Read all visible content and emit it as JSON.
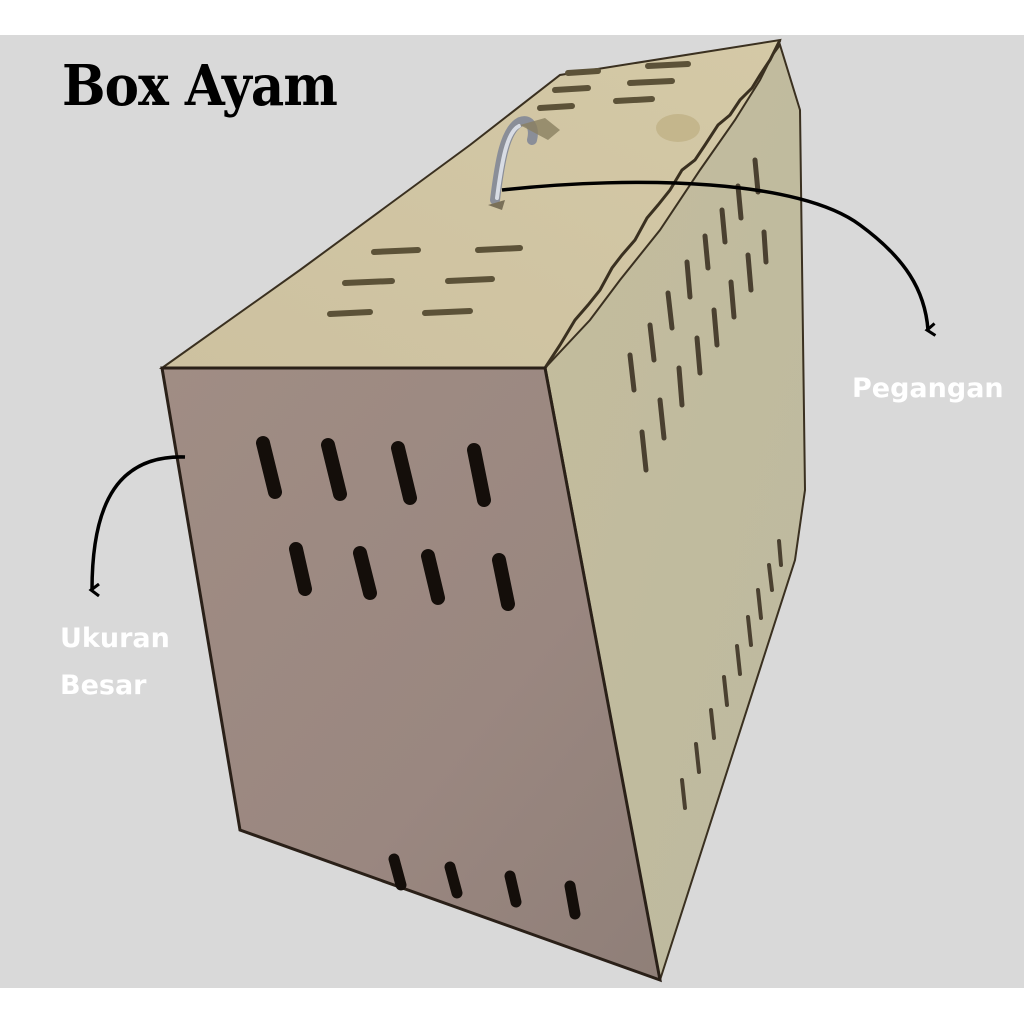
{
  "title": "Box Ayam",
  "annotations": {
    "handle_label": "Pegangan",
    "size_label_line1": "Ukuran",
    "size_label_line2": "Besar"
  },
  "colors": {
    "background": "#d9d9d9",
    "page_border": "#ffffff",
    "front_face": "#9c8a80",
    "top_face": "#cfc4a0",
    "side_face": "#c2bda0",
    "slot": "#1a1410",
    "label_text": "#ffffff",
    "title_text": "#000000"
  }
}
